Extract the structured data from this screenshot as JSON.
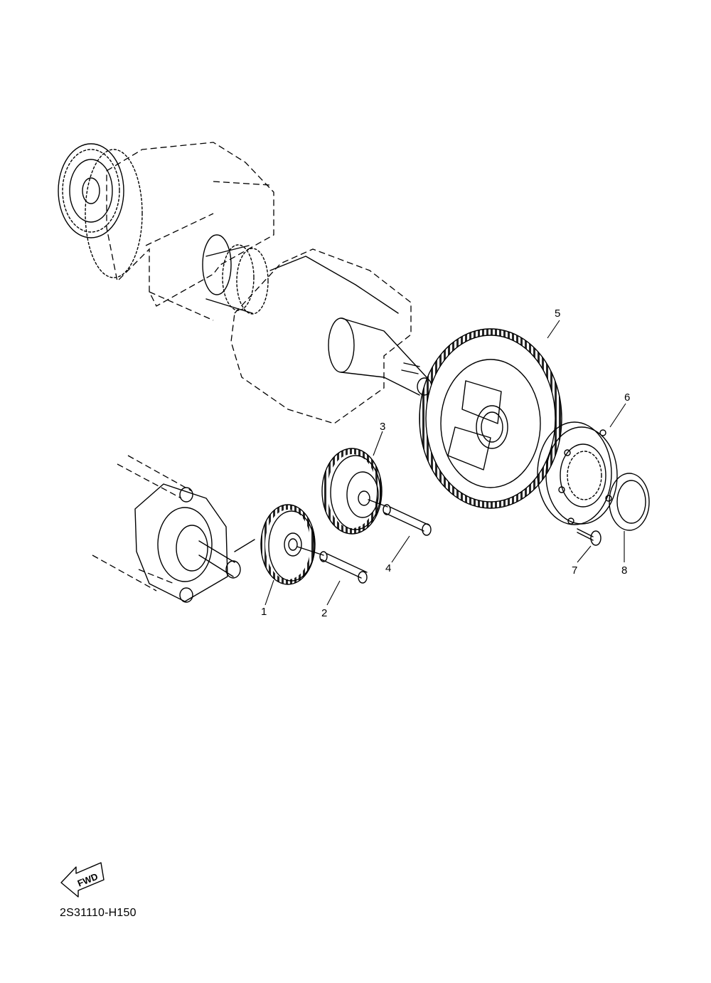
{
  "callouts": [
    {
      "id": "1",
      "label": "1"
    },
    {
      "id": "2",
      "label": "2"
    },
    {
      "id": "3",
      "label": "3"
    },
    {
      "id": "4",
      "label": "4"
    },
    {
      "id": "5",
      "label": "5"
    },
    {
      "id": "6",
      "label": "6"
    },
    {
      "id": "7",
      "label": "7"
    },
    {
      "id": "8",
      "label": "8"
    }
  ],
  "fwd_badge": {
    "label": "FWD",
    "icon": "fwd-arrow-icon"
  },
  "diagram_code": "2S31110-H150"
}
